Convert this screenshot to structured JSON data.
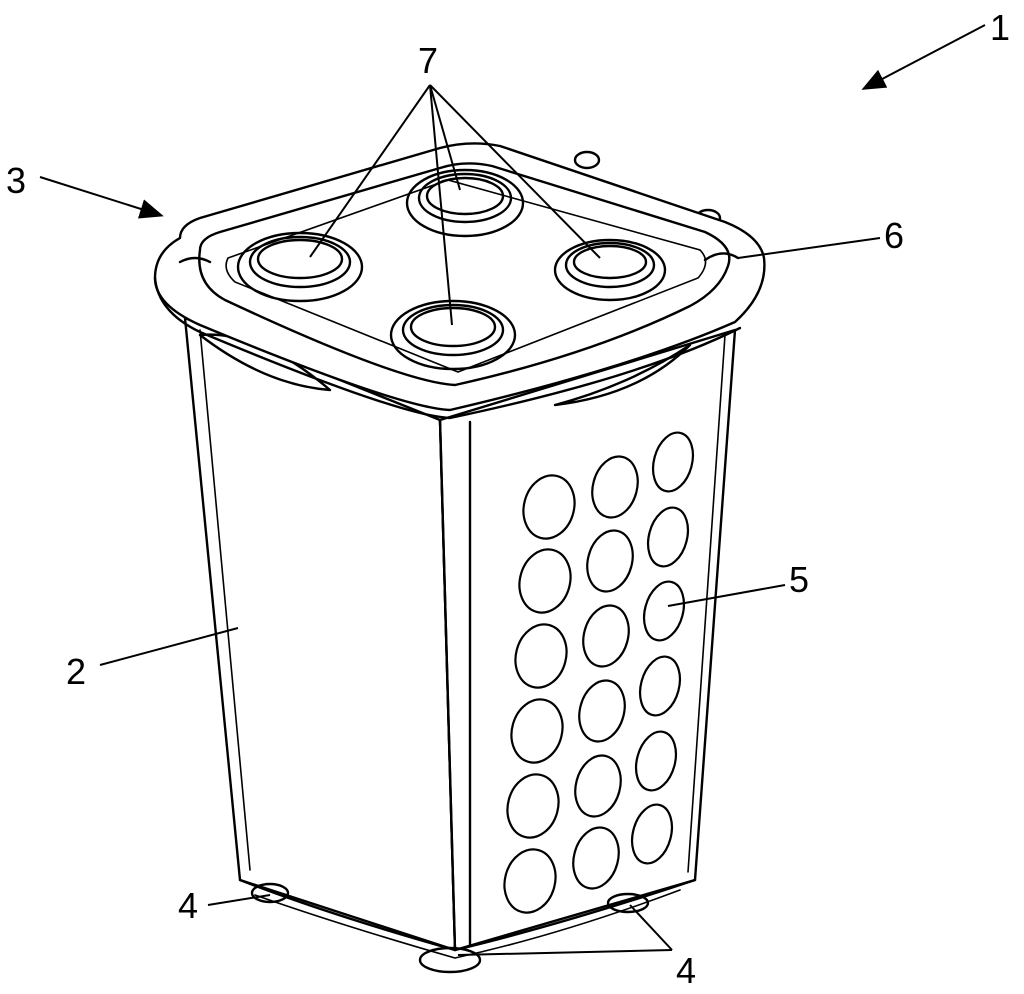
{
  "figure": {
    "labels": [
      {
        "id": "1",
        "text": "1"
      },
      {
        "id": "2",
        "text": "2"
      },
      {
        "id": "3",
        "text": "3"
      },
      {
        "id": "4a",
        "text": "4"
      },
      {
        "id": "4b",
        "text": "4"
      },
      {
        "id": "5",
        "text": "5"
      },
      {
        "id": "6",
        "text": "6"
      },
      {
        "id": "7",
        "text": "7"
      }
    ]
  }
}
